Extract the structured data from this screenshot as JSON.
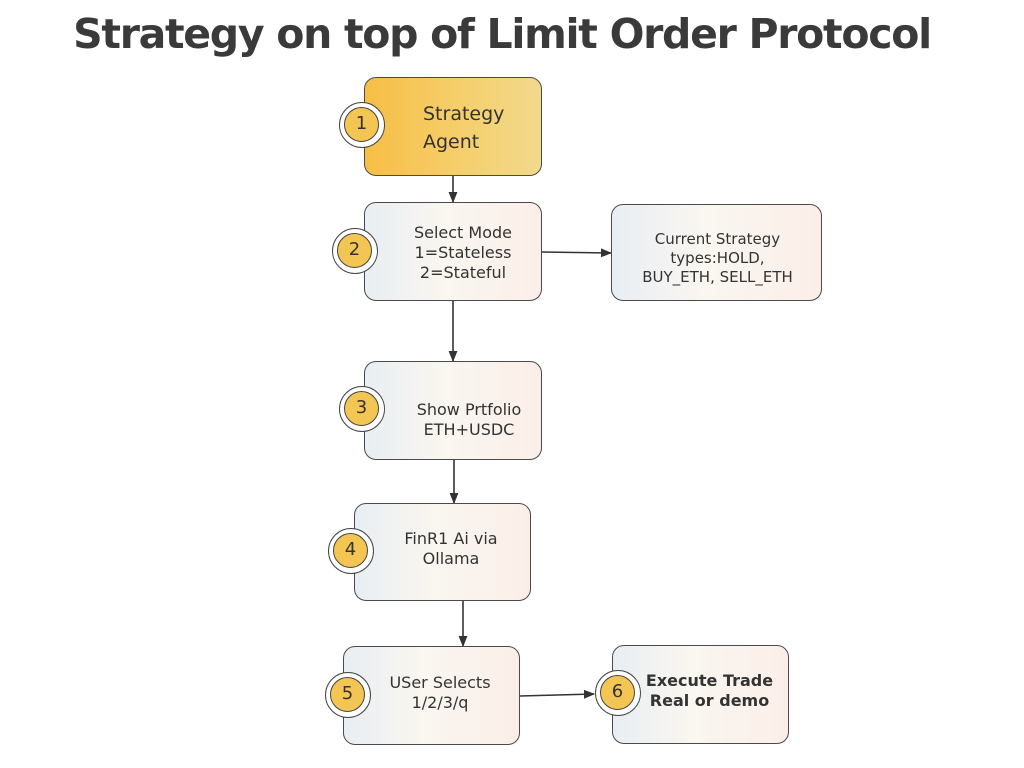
{
  "title": "Strategy on top of Limit Order Protocol",
  "steps": [
    {
      "number": "1",
      "lines": [
        "Strategy",
        "Agent"
      ]
    },
    {
      "number": "2",
      "lines": [
        "Select Mode",
        "1=Stateless",
        "2=Stateful"
      ]
    },
    {
      "number": "3",
      "lines": [
        "Show Prtfolio",
        "ETH+USDC"
      ]
    },
    {
      "number": "4",
      "lines": [
        "FinR1 Ai via",
        "Ollama"
      ]
    },
    {
      "number": "5",
      "lines": [
        "USer Selects",
        "1/2/3/q"
      ]
    },
    {
      "number": "6",
      "lines": [
        "Execute Trade",
        "Real or demo"
      ]
    }
  ],
  "side_note": {
    "lines": [
      "Current Strategy",
      "types:HOLD,",
      "BUY_ETH, SELL_ETH"
    ]
  },
  "colors": {
    "accent": "#f3c653",
    "top_box": "#f7be45",
    "border": "#4a4a4a"
  }
}
